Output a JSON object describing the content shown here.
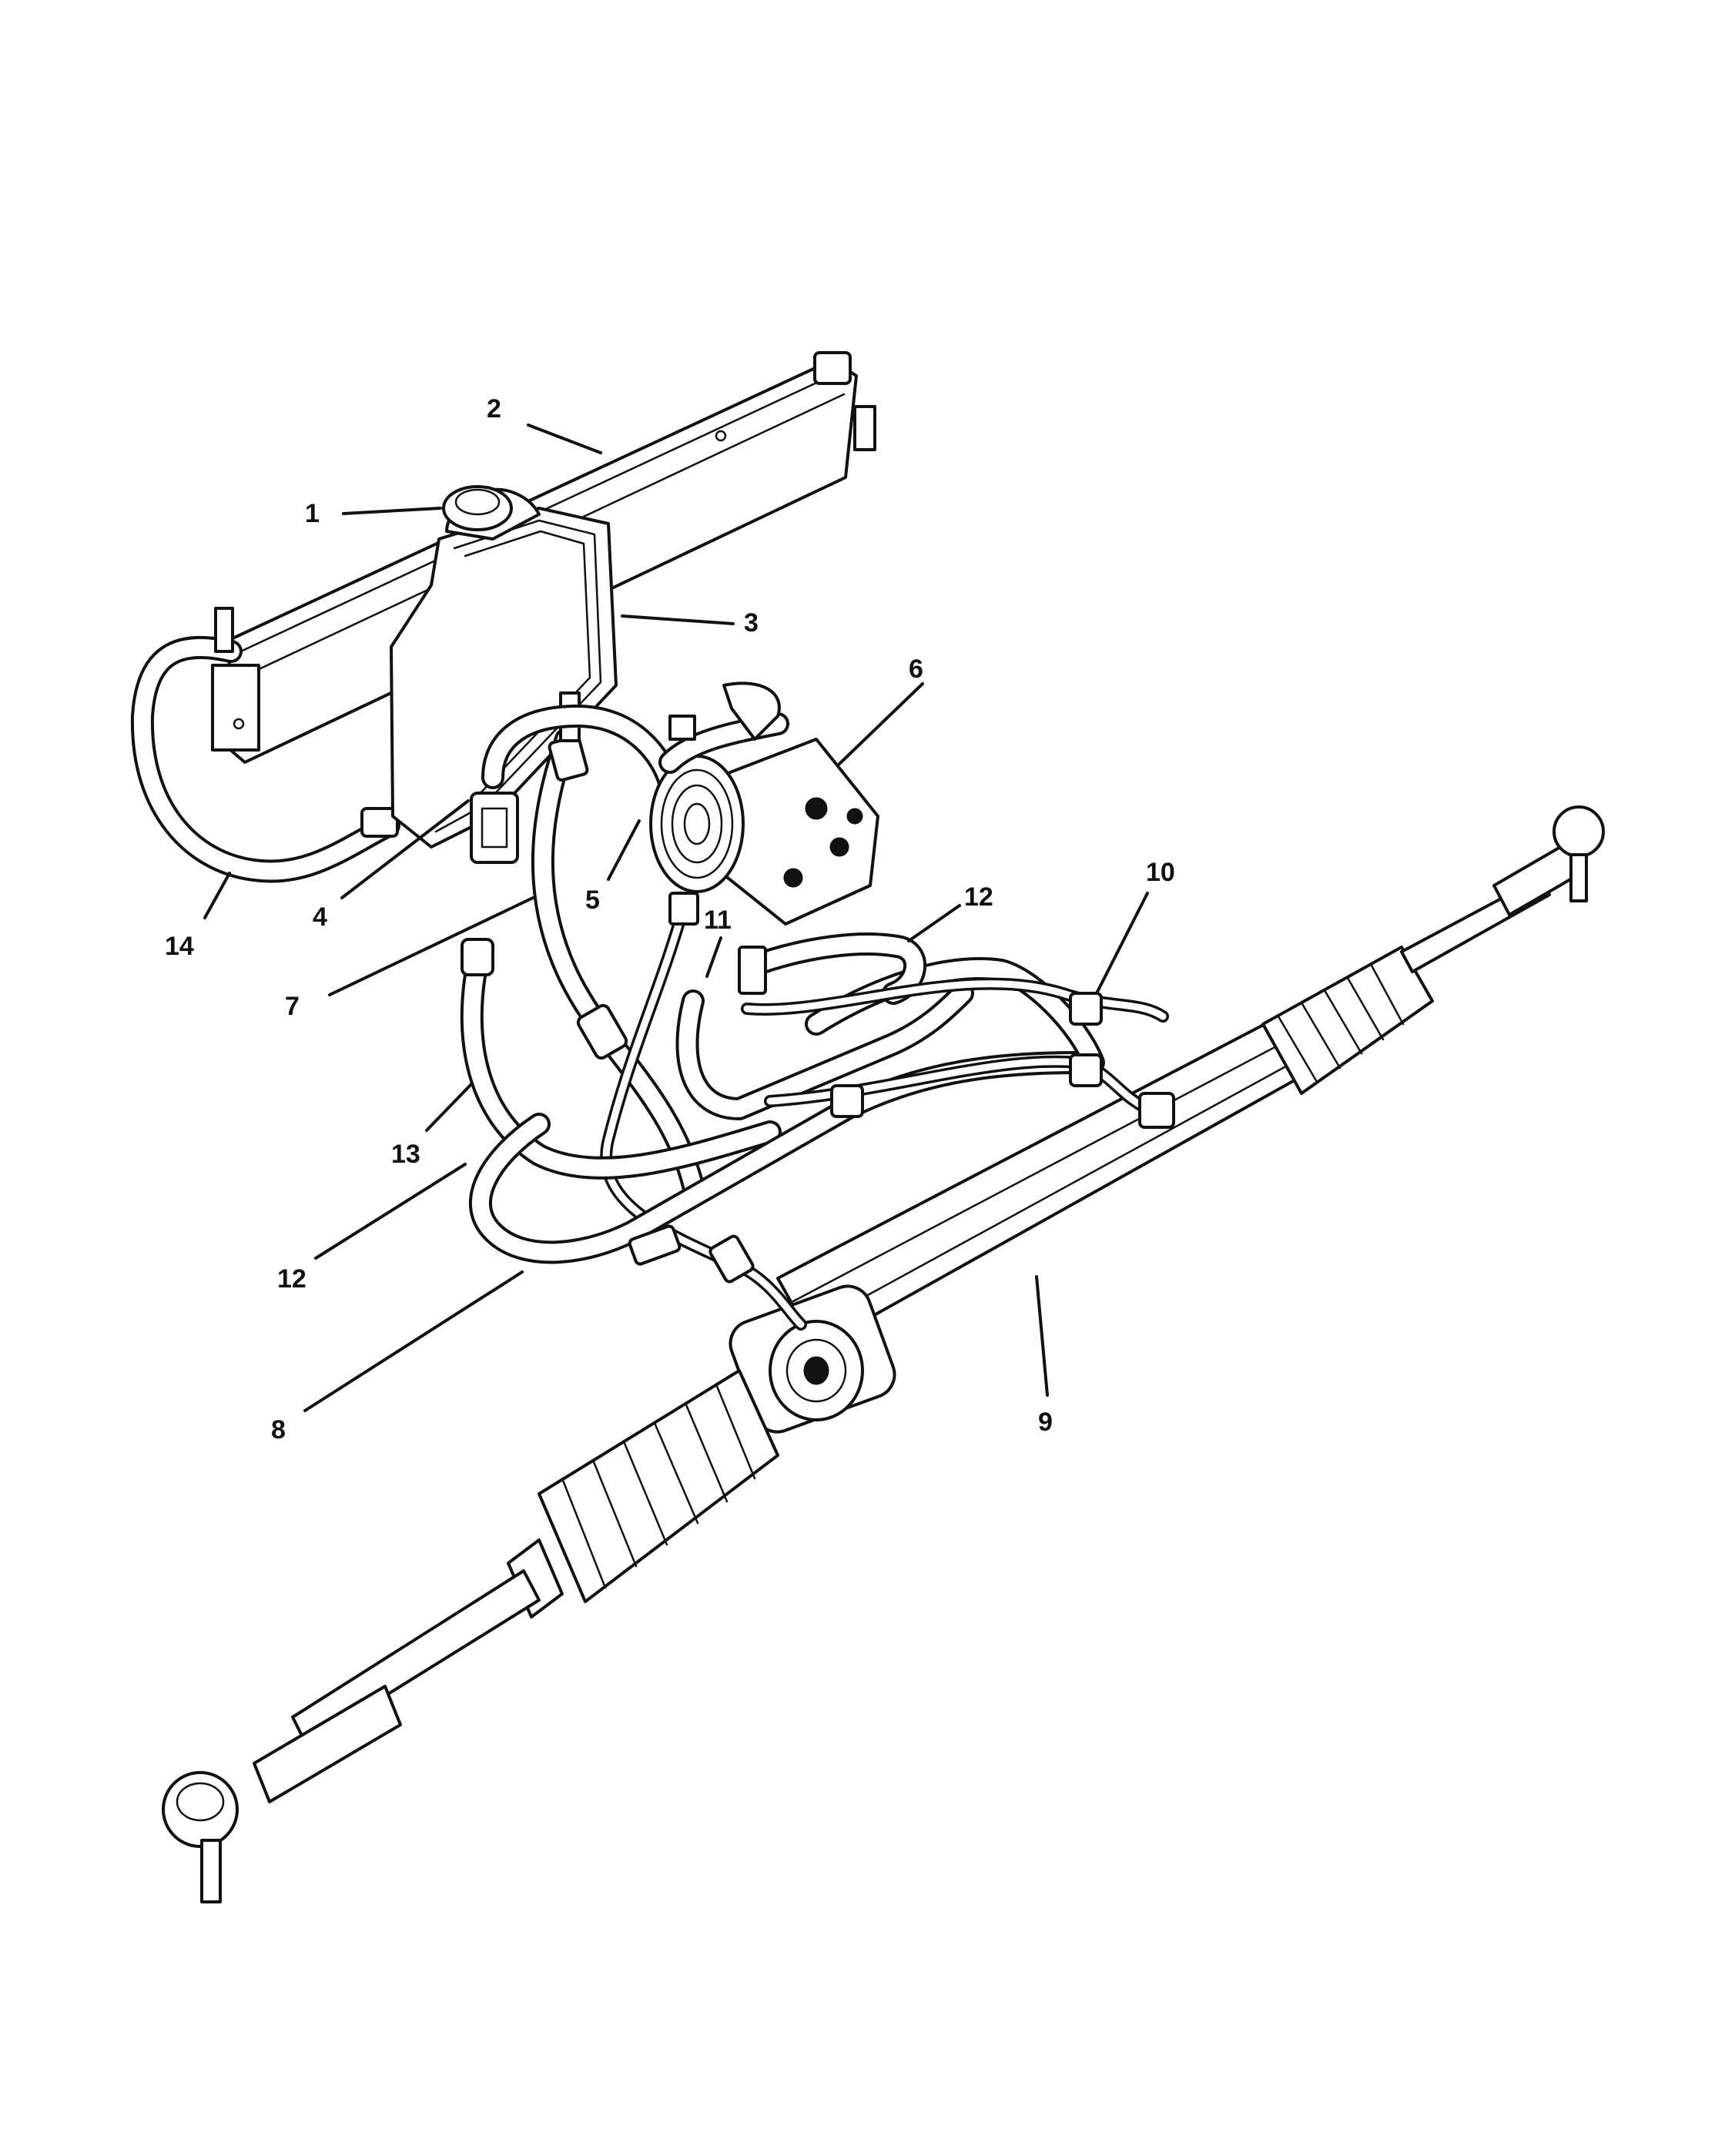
{
  "diagram": {
    "callouts": [
      {
        "id": "1",
        "label": "1"
      },
      {
        "id": "2",
        "label": "2"
      },
      {
        "id": "3",
        "label": "3"
      },
      {
        "id": "4",
        "label": "4"
      },
      {
        "id": "5",
        "label": "5"
      },
      {
        "id": "6",
        "label": "6"
      },
      {
        "id": "7",
        "label": "7"
      },
      {
        "id": "8",
        "label": "8"
      },
      {
        "id": "9",
        "label": "9"
      },
      {
        "id": "10",
        "label": "10"
      },
      {
        "id": "11",
        "label": "11"
      },
      {
        "id": "12a",
        "label": "12"
      },
      {
        "id": "12b",
        "label": "12"
      },
      {
        "id": "13",
        "label": "13"
      },
      {
        "id": "14",
        "label": "14"
      }
    ]
  }
}
